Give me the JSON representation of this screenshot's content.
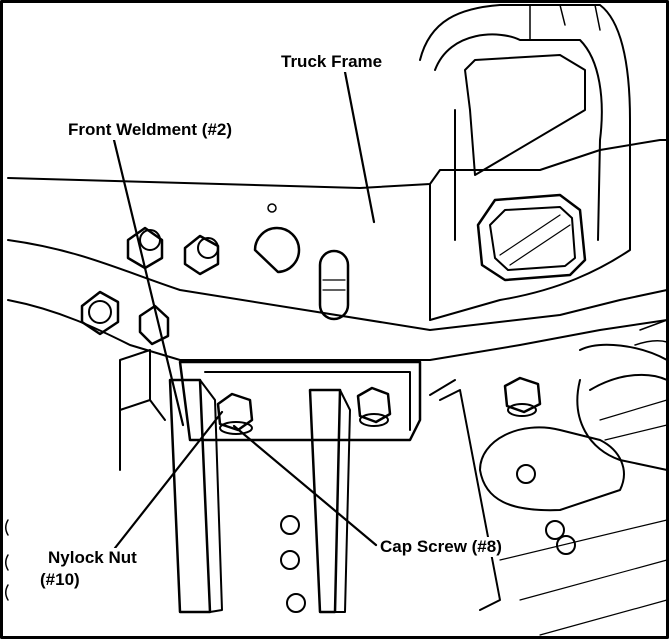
{
  "callouts": {
    "truck_frame": "Truck Frame",
    "front_weldment": "Front Weldment (#2)",
    "nylock_nut_line1": "Nylock Nut",
    "nylock_nut_line2": "(#10)",
    "cap_screw": "Cap Screw (#8)"
  },
  "colors": {
    "line": "#000000",
    "paper": "#ffffff",
    "shade": "#d9d9d9"
  }
}
